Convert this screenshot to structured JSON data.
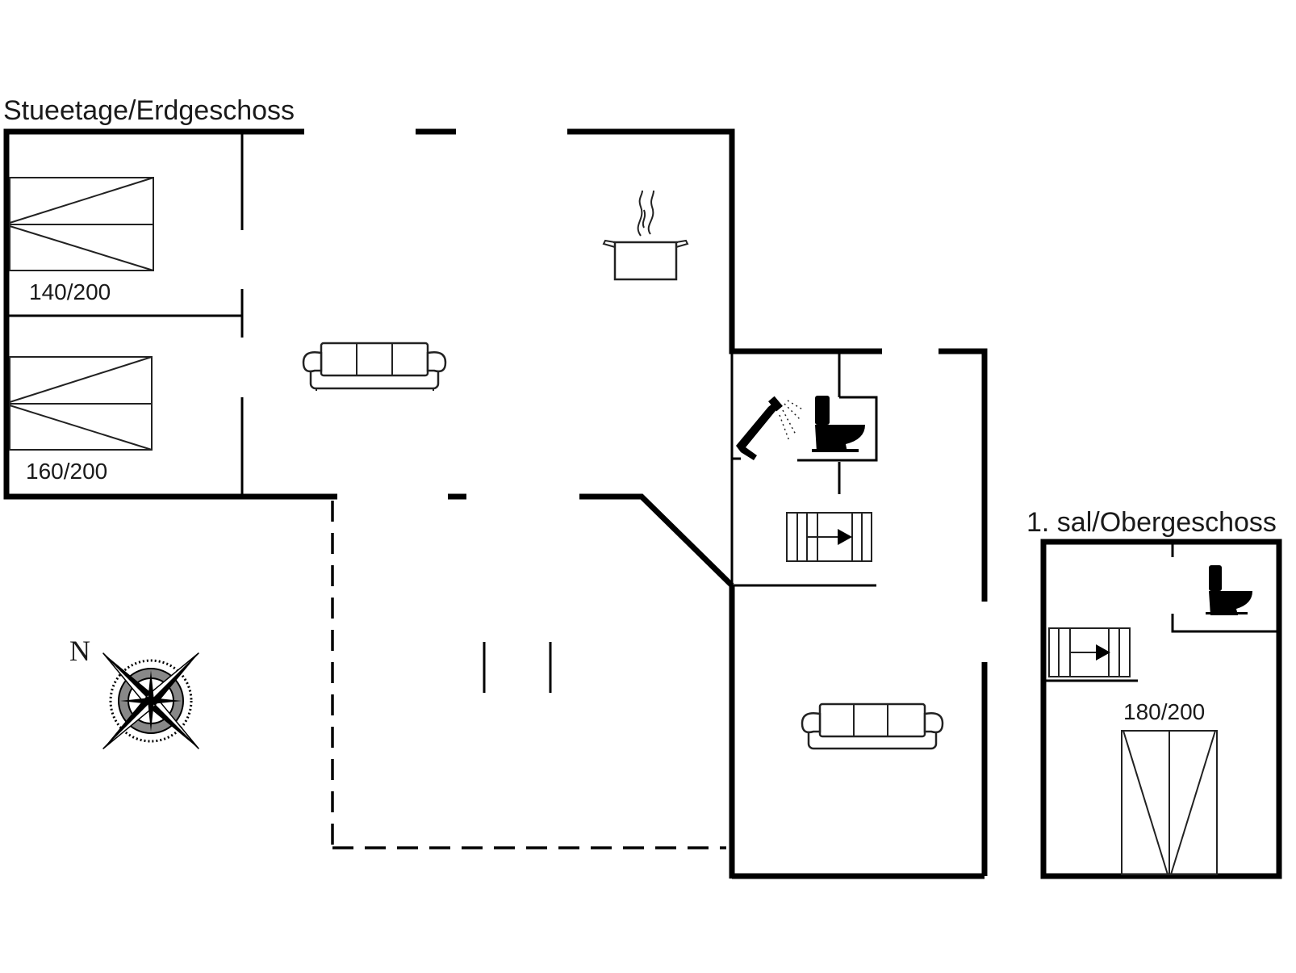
{
  "floors": [
    {
      "title": "Stueetage/Erdgeschoss"
    },
    {
      "title": "1. sal/Obergeschoss"
    }
  ],
  "beds": [
    {
      "size": "140/200"
    },
    {
      "size": "160/200"
    },
    {
      "size": "180/200"
    }
  ],
  "compass": {
    "north_label": "N"
  },
  "icons": [
    "double-bed-icon",
    "sofa-icon",
    "cooking-pot-icon",
    "shower-icon",
    "toilet-icon",
    "staircase-icon",
    "compass-rose-icon"
  ]
}
